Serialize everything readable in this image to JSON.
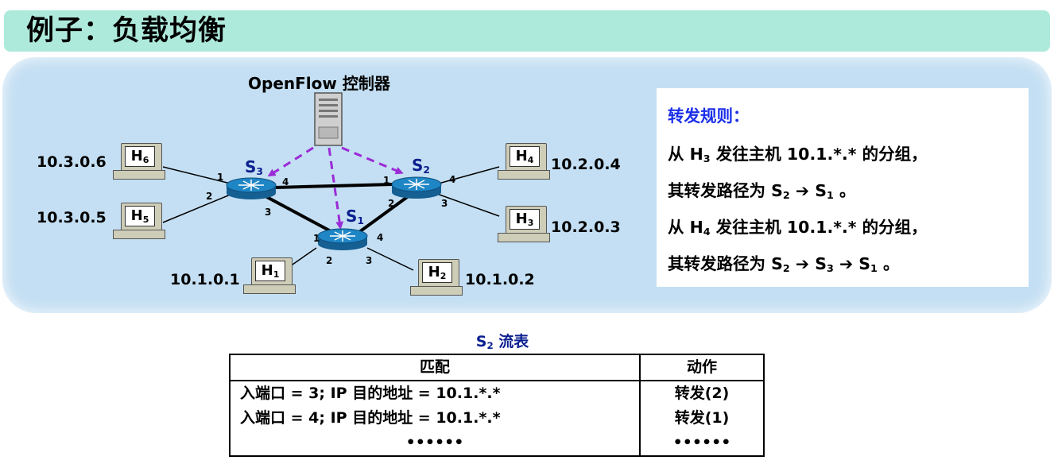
{
  "title": "例子：负载均衡",
  "controller": {
    "label": "OpenFlow 控制器"
  },
  "switches": [
    {
      "id": "s3",
      "base": "S",
      "sub": "3"
    },
    {
      "id": "s2",
      "base": "S",
      "sub": "2"
    },
    {
      "id": "s1",
      "base": "S",
      "sub": "1"
    }
  ],
  "hosts": [
    {
      "id": "h6",
      "base": "H",
      "sub": "6",
      "ip": "10.3.0.6"
    },
    {
      "id": "h5",
      "base": "H",
      "sub": "5",
      "ip": "10.3.0.5"
    },
    {
      "id": "h4",
      "base": "H",
      "sub": "4",
      "ip": "10.2.0.4"
    },
    {
      "id": "h3",
      "base": "H",
      "sub": "3",
      "ip": "10.2.0.3"
    },
    {
      "id": "h1",
      "base": "H",
      "sub": "1",
      "ip": "10.1.0.1"
    },
    {
      "id": "h2",
      "base": "H",
      "sub": "2",
      "ip": "10.1.0.2"
    }
  ],
  "ports": {
    "s3_1": "1",
    "s3_2": "2",
    "s3_3": "3",
    "s3_4": "4",
    "s2_1": "1",
    "s2_2": "2",
    "s2_3": "3",
    "s2_4": "4",
    "s1_1": "1",
    "s1_2": "2",
    "s1_3": "3",
    "s1_4": "4"
  },
  "rules": {
    "heading": "转发规则：",
    "line1": {
      "pre": "从 H",
      "sub": "3",
      "post": " 发往主机 10.1.*.* 的分组，"
    },
    "line2": {
      "pre": "其转发路径为 S",
      "sub1": "2",
      "arrow": " ➔ S",
      "sub2": "1",
      "end": " 。"
    },
    "line3": {
      "pre": "从 H",
      "sub": "4",
      "post": " 发往主机 10.1.*.* 的分组，"
    },
    "line4": {
      "pre": "其转发路径为 S",
      "sub1": "2",
      "arrow1": " ➔ S",
      "sub2": "3",
      "arrow2": " ➔ S",
      "sub3": "1",
      "end": " 。"
    }
  },
  "flow_table": {
    "title_base": "S",
    "title_sub": "2",
    "title_rest": " 流表",
    "headers": {
      "match": "匹配",
      "action": "动作"
    },
    "rows": [
      {
        "match": "入端口 = 3;  IP 目的地址 = 10.1.*.*",
        "action": "转发(2)"
      },
      {
        "match": "入端口 = 4;  IP 目的地址 = 10.1.*.*",
        "action": "转发(1)"
      },
      {
        "match": "••••••",
        "action": "••••••"
      }
    ]
  },
  "colors": {
    "title_bg": "#aeeadb",
    "panel_bg": "#c4dff3",
    "switch_fill": "#1f86c6",
    "control_arrow": "#9a2bd6",
    "rule_heading": "#1a2ee8",
    "switch_label": "#0b1f8f"
  }
}
